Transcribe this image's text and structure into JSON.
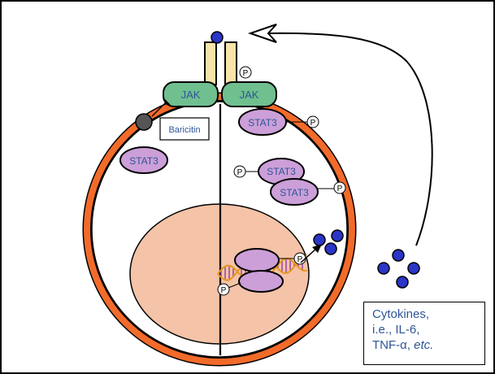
{
  "labels": {
    "jak_left": "JAK",
    "jak_right": "JAK",
    "baricitin": "Baricitin",
    "stat3_free": "STAT3",
    "stat3_phos": "STAT3",
    "stat3_dimer_top": "STAT3",
    "stat3_dimer_bottom": "STAT3",
    "phosphate": "P"
  },
  "cytokines_box": {
    "line1": "Cytokines,",
    "line2": "i.e., IL-6,",
    "line3_prefix": "TNF-α, ",
    "line3_italic": "etc."
  },
  "colors": {
    "cell_border": "#f26b2a",
    "nucleus": "#f4c3a8",
    "jak": "#6fbf8f",
    "stat3": "#cc9fd8",
    "receptor": "#f8e3a8",
    "cytokine": "#2b35c8",
    "inhibitor": "#555555",
    "label_text": "#2f5597",
    "dna_strand": "#e8961e",
    "dna_rung": "#9a4fa0"
  }
}
